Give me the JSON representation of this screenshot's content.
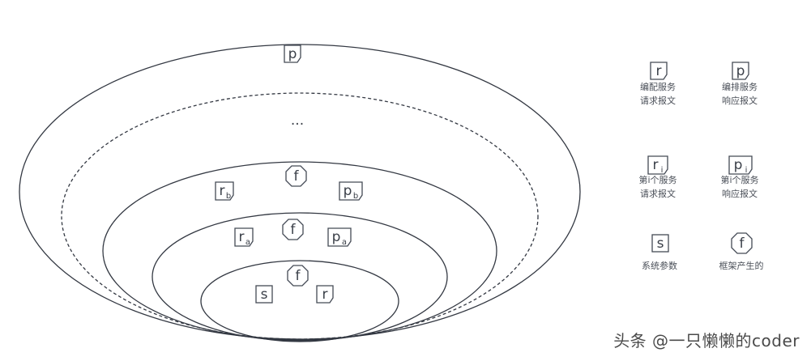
{
  "diagram": {
    "outer_label": "p",
    "dashed_label": "...",
    "level_b": {
      "req": "r",
      "req_sub": "b",
      "func": "f",
      "resp": "p",
      "resp_sub": "b"
    },
    "level_a": {
      "req": "r",
      "req_sub": "a",
      "func": "f",
      "resp": "p",
      "resp_sub": "a"
    },
    "inner": {
      "func": "f",
      "sys": "s",
      "req": "r"
    }
  },
  "legend": [
    {
      "symbol": "r",
      "sub": "",
      "shape": "box",
      "lines": [
        "编配服务",
        "请求报文"
      ]
    },
    {
      "symbol": "p",
      "sub": "",
      "shape": "box",
      "lines": [
        "编排服务",
        "响应报文"
      ]
    },
    {
      "symbol": "r",
      "sub": "i",
      "shape": "box",
      "lines": [
        "第i个服务",
        "请求报文"
      ]
    },
    {
      "symbol": "p",
      "sub": "i",
      "shape": "box",
      "lines": [
        "第i个服务",
        "响应报文"
      ]
    },
    {
      "symbol": "s",
      "sub": "",
      "shape": "box",
      "lines": [
        "系统参数"
      ]
    },
    {
      "symbol": "f",
      "sub": "",
      "shape": "octagon",
      "lines": [
        "框架产生的"
      ]
    }
  ],
  "watermark": "头条 @一只懒懒的coder"
}
